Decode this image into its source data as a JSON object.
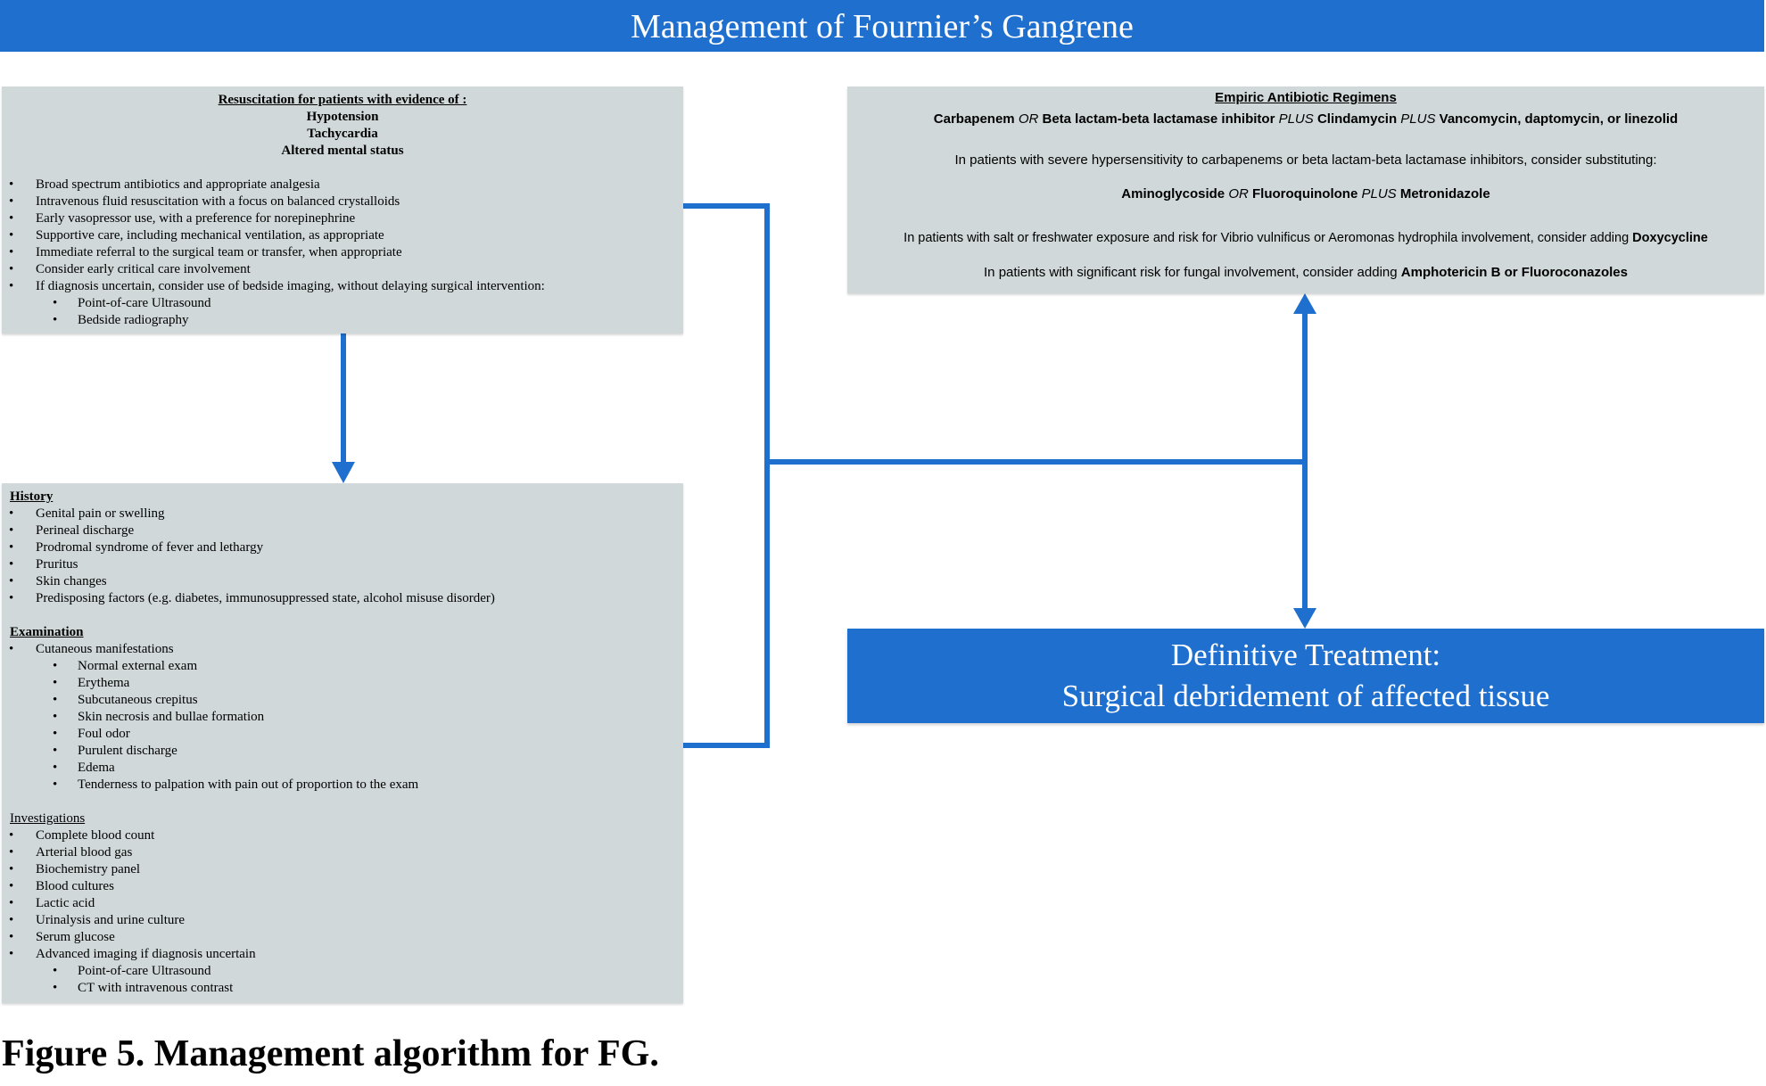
{
  "header": {
    "title": "Management of Fournier’s Gangrene"
  },
  "resuscitation": {
    "heading": "Resuscitation for patients with evidence of :",
    "criteria": [
      "Hypotension",
      "Tachycardia",
      "Altered mental status"
    ],
    "items": [
      "Broad spectrum antibiotics and appropriate analgesia",
      "Intravenous fluid resuscitation with a focus on balanced crystalloids",
      "Early vasopressor use, with a preference for norepinephrine",
      "Supportive care, including mechanical ventilation, as appropriate",
      "Immediate referral to the surgical team or transfer, when appropriate",
      "Consider early critical care involvement",
      "If diagnosis uncertain, consider use of bedside imaging, without delaying surgical intervention:"
    ],
    "sub_items": [
      "Point-of-care Ultrasound",
      "Bedside radiography"
    ]
  },
  "assessment": {
    "history": {
      "heading": "History",
      "items": [
        "Genital pain or swelling",
        "Perineal discharge",
        "Prodromal syndrome of fever and lethargy",
        "Pruritus",
        "Skin changes",
        "Predisposing factors (e.g. diabetes, immunosuppressed state, alcohol misuse disorder)"
      ]
    },
    "examination": {
      "heading": "Examination",
      "item": "Cutaneous manifestations",
      "sub_items": [
        "Normal external exam",
        "Erythema",
        "Subcutaneous crepitus",
        "Skin necrosis and bullae formation",
        "Foul odor",
        "Purulent discharge",
        "Edema",
        "Tenderness to palpation with pain out of proportion to the exam"
      ]
    },
    "investigations": {
      "heading": "Investigations",
      "items": [
        "Complete blood count",
        "Arterial blood gas",
        "Biochemistry panel",
        "Blood cultures",
        "Lactic acid",
        "Urinalysis and urine culture",
        "Serum glucose",
        "Advanced imaging if diagnosis uncertain"
      ],
      "sub_items": [
        "Point-of-care Ultrasound",
        "CT with intravenous contrast"
      ]
    }
  },
  "antibiotics": {
    "heading": "Empiric Antibiotic Regimens",
    "line1": {
      "a": "Carbapenem",
      "or": "OR",
      "b": "Beta lactam-beta lactamase inhibitor",
      "plus1": "PLUS",
      "c": "Clindamycin",
      "plus2": "PLUS",
      "d": "Vancomycin, daptomycin, or linezolid"
    },
    "line2": "In patients with severe hypersensitivity to carbapenems or beta lactam-beta lactamase inhibitors, consider substituting:",
    "line3": {
      "a": "Aminoglycoside",
      "or": "OR",
      "b": "Fluoroquinolone",
      "plus": "PLUS",
      "c": "Metronidazole"
    },
    "line4": {
      "text": "In patients with salt or freshwater exposure and risk for Vibrio vulnificus or Aeromonas hydrophila involvement, consider adding",
      "drug": "Doxycycline"
    },
    "line5": {
      "text": "In patients with significant risk for fungal involvement, consider adding",
      "drug": "Amphotericin  B or Fluoroconazoles"
    }
  },
  "definitive": {
    "line1": "Definitive Treatment:",
    "line2": "Surgical debridement of affected tissue"
  },
  "caption": "Figure 5. Management algorithm for FG.",
  "colors": {
    "accent": "#1f6fcf",
    "box_fill": "#d0d8da"
  }
}
